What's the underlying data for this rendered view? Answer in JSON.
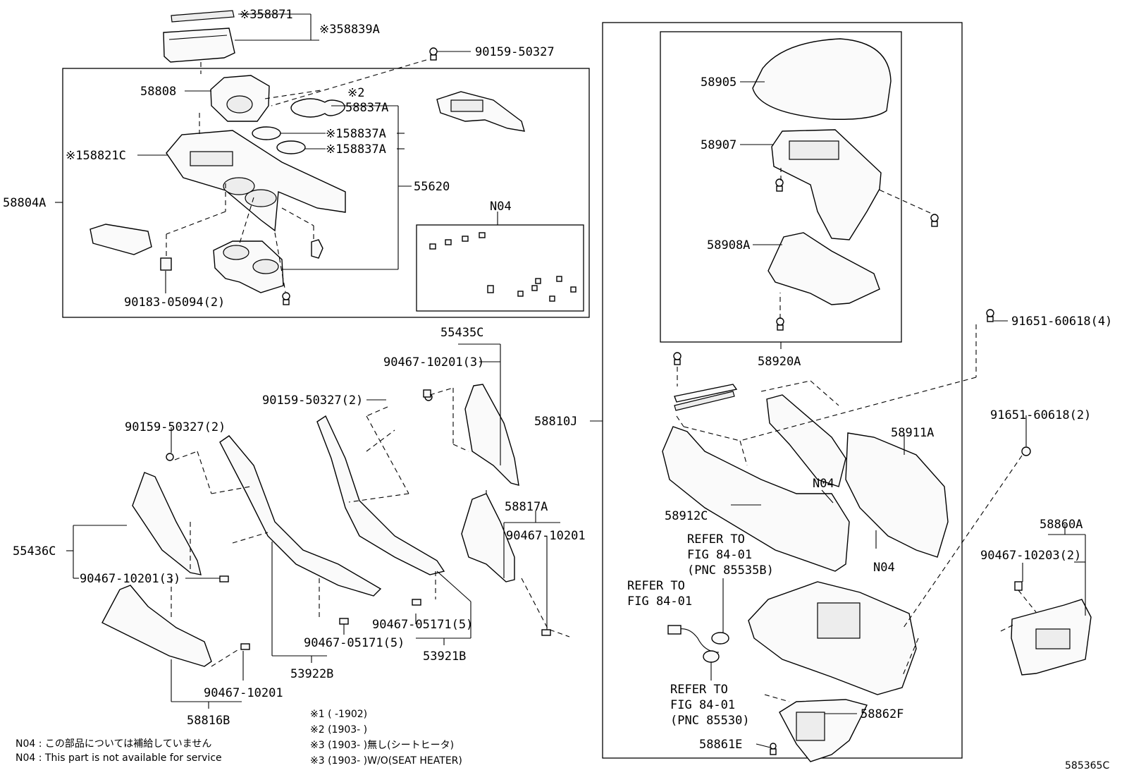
{
  "diagram_code": "585365C",
  "labels": {
    "p58871": "※358871",
    "p58839A": "※358839A",
    "p90159_50327_top": "90159-50327",
    "p58808": "58808",
    "note_x2": "※2",
    "p58837A_a": "58837A",
    "p58837A_b": "※158837A",
    "p58837A_c": "※158837A",
    "p58821C": "※158821C",
    "p58804A": "58804A",
    "p55620": "55620",
    "pN04_top": "N04",
    "p90183": "90183-05094(2)",
    "p58905": "58905",
    "p58907": "58907",
    "p58908A": "58908A",
    "p58920A": "58920A",
    "p91651_4": "91651-60618(4)",
    "p55435C": "55435C",
    "p90467_10201_3a": "90467-10201(3)",
    "p90159_2a": "90159-50327(2)",
    "p90159_2b": "90159-50327(2)",
    "p58810J": "58810J",
    "p58911A": "58911A",
    "p91651_2": "91651-60618(2)",
    "pN04_mid": "N04",
    "p58912C": "58912C",
    "pN04_low": "N04",
    "p58817A": "58817A",
    "p90467_10201_b": "90467-10201",
    "p55436C": "55436C",
    "p90467_10201_3b": "90467-10201(3)",
    "p58860A": "58860A",
    "p90467_10203": "90467-10203(2)",
    "p90467_05171_a": "90467-05171(5)",
    "p90467_05171_b": "90467-05171(5)",
    "p53921B": "53921B",
    "p53922B": "53922B",
    "p90467_10201_c": "90467-10201",
    "p58816B": "58816B",
    "p58862F": "58862F",
    "p58861E": "58861E",
    "refer1_l1": "REFER TO",
    "refer1_l2": "FIG 84-01",
    "refer1_l3": "(PNC 85535B)",
    "refer2_l1": "REFER TO",
    "refer2_l2": "FIG 84-01",
    "refer3_l1": "REFER TO",
    "refer3_l2": "FIG 84-01",
    "refer3_l3": "(PNC 85530)"
  },
  "footnotes": {
    "f1": "※1 (      -1902)",
    "f2": "※2 (1903-      )",
    "f3": "※3 (1903-      )無し(シートヒータ)",
    "f4": "※3 (1903-      )W/O(SEAT HEATER)",
    "n04_ja": "N04 : この部品については補給していません",
    "n04_en": "N04 : This part is not available for service"
  }
}
